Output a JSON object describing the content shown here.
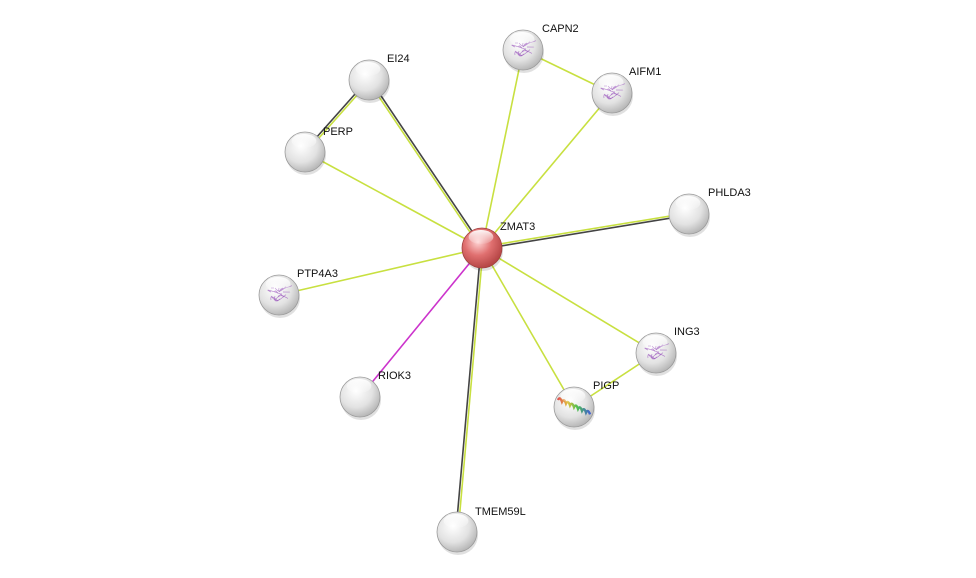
{
  "network": {
    "center": "ZMAT3",
    "nodes": [
      {
        "id": "ZMAT3",
        "label": "ZMAT3",
        "color": "#d05050",
        "highlight": true,
        "structure": "none"
      },
      {
        "id": "CAPN2",
        "label": "CAPN2",
        "color": "#dddddd",
        "highlight": false,
        "structure": "protein"
      },
      {
        "id": "AIFM1",
        "label": "AIFM1",
        "color": "#dddddd",
        "highlight": false,
        "structure": "protein"
      },
      {
        "id": "EI24",
        "label": "EI24",
        "color": "#dddddd",
        "highlight": false,
        "structure": "none"
      },
      {
        "id": "PERP",
        "label": "PERP",
        "color": "#dddddd",
        "highlight": false,
        "structure": "none"
      },
      {
        "id": "PHLDA3",
        "label": "PHLDA3",
        "color": "#dddddd",
        "highlight": false,
        "structure": "none"
      },
      {
        "id": "PTP4A3",
        "label": "PTP4A3",
        "color": "#dddddd",
        "highlight": false,
        "structure": "protein"
      },
      {
        "id": "ING3",
        "label": "ING3",
        "color": "#dddddd",
        "highlight": false,
        "structure": "protein"
      },
      {
        "id": "RIOK3",
        "label": "RIOK3",
        "color": "#dddddd",
        "highlight": false,
        "structure": "none"
      },
      {
        "id": "PIGP",
        "label": "PIGP",
        "color": "#dddddd",
        "highlight": false,
        "structure": "helix"
      },
      {
        "id": "TMEM59L",
        "label": "TMEM59L",
        "color": "#dddddd",
        "highlight": false,
        "structure": "none"
      }
    ],
    "edges": [
      {
        "source": "ZMAT3",
        "target": "EI24",
        "colors": [
          "#c8e040",
          "#444444"
        ]
      },
      {
        "source": "EI24",
        "target": "PERP",
        "colors": [
          "#c8e040",
          "#444444"
        ]
      },
      {
        "source": "ZMAT3",
        "target": "PERP",
        "colors": [
          "#c8e040"
        ]
      },
      {
        "source": "ZMAT3",
        "target": "CAPN2",
        "colors": [
          "#c8e040"
        ]
      },
      {
        "source": "CAPN2",
        "target": "AIFM1",
        "colors": [
          "#c8e040"
        ]
      },
      {
        "source": "ZMAT3",
        "target": "AIFM1",
        "colors": [
          "#c8e040"
        ]
      },
      {
        "source": "ZMAT3",
        "target": "PHLDA3",
        "colors": [
          "#c8e040",
          "#444444"
        ]
      },
      {
        "source": "ZMAT3",
        "target": "PTP4A3",
        "colors": [
          "#c8e040"
        ]
      },
      {
        "source": "ZMAT3",
        "target": "RIOK3",
        "colors": [
          "#cc33cc"
        ]
      },
      {
        "source": "ZMAT3",
        "target": "ING3",
        "colors": [
          "#c8e040"
        ]
      },
      {
        "source": "ZMAT3",
        "target": "PIGP",
        "colors": [
          "#c8e040"
        ]
      },
      {
        "source": "ING3",
        "target": "PIGP",
        "colors": [
          "#c8e040"
        ]
      },
      {
        "source": "ZMAT3",
        "target": "TMEM59L",
        "colors": [
          "#c8e040",
          "#444444"
        ]
      }
    ]
  }
}
